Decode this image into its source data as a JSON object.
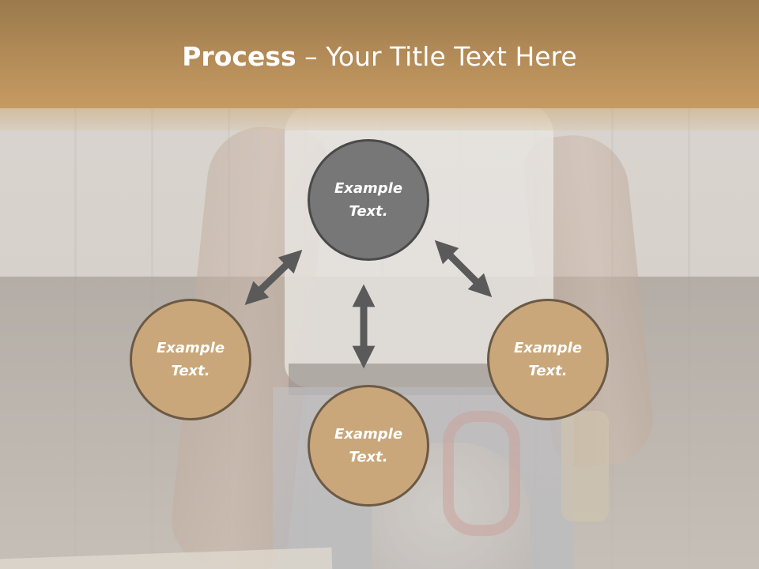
{
  "title": {
    "strong": "Process",
    "rest": " – Your Title Text Here"
  },
  "nodes": {
    "top": {
      "line1": "Example",
      "line2": "Text."
    },
    "left": {
      "line1": "Example",
      "line2": "Text."
    },
    "bottom": {
      "line1": "Example",
      "line2": "Text."
    },
    "right": {
      "line1": "Example",
      "line2": "Text."
    }
  },
  "colors": {
    "title_band": "#b48c58",
    "node_top": "#777777",
    "node_other": "#c9a77a",
    "arrow": "#5a5a5a",
    "text": "#ffffff"
  }
}
